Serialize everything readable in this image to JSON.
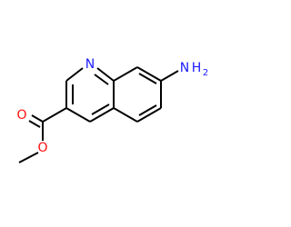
{
  "colors": {
    "bond": "#000000",
    "nitrogen": "#1a1aff",
    "oxygen": "#ff0d0d"
  },
  "atoms": {
    "ring_n": "N",
    "amine_n": "N",
    "amine_h": "H",
    "amine_h_count": "2",
    "carbonyl_o": "O",
    "ester_o": "O"
  }
}
